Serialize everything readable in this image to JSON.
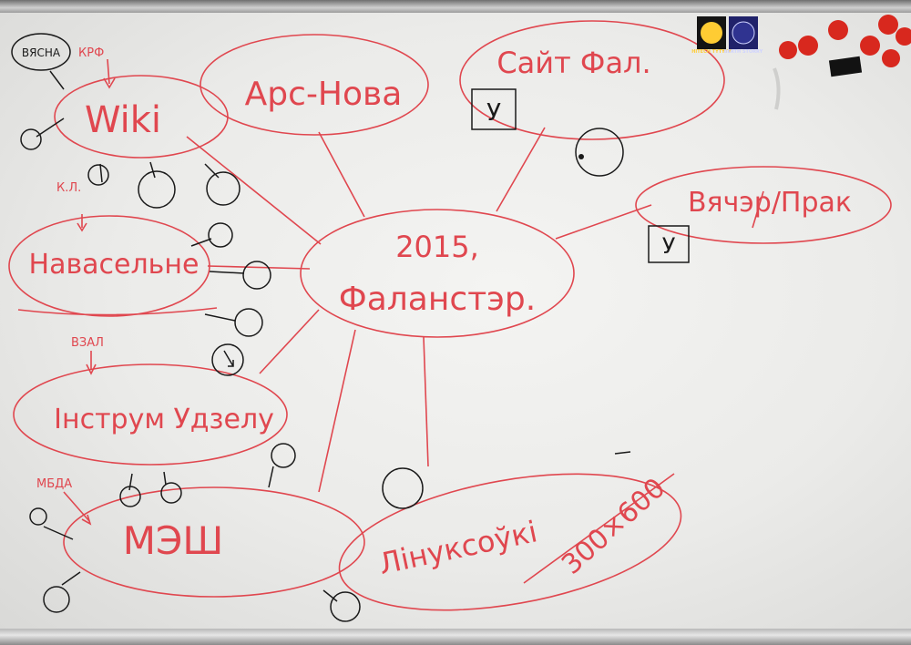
{
  "center": {
    "line1": "2015,",
    "line2": "Фаланстэр."
  },
  "nodes": {
    "wiki": "Wiki",
    "arc": "Арс-Нова",
    "site": "Сайт Фал.",
    "evening": "Вячэр/Прак",
    "navasel": "Навасельне",
    "instrum": "Інструм Удзелу",
    "mesh": "МЭШ",
    "linux": "Лінуксоўкі",
    "size": "300×600"
  },
  "labels": {
    "vyasna": "ВЯСНА",
    "krf": "КРФ",
    "kl": "К.Л.",
    "vzal": "ВЗАЛ",
    "mbda": "МБДА"
  },
  "checkbox_mark": "У",
  "stickers": {
    "left": "HITECH TYTYTY",
    "right": "BERTH STORRY"
  },
  "colors": {
    "marker_red": "#e0474f",
    "marker_black": "#1a1a1a",
    "board": "#efefed"
  }
}
